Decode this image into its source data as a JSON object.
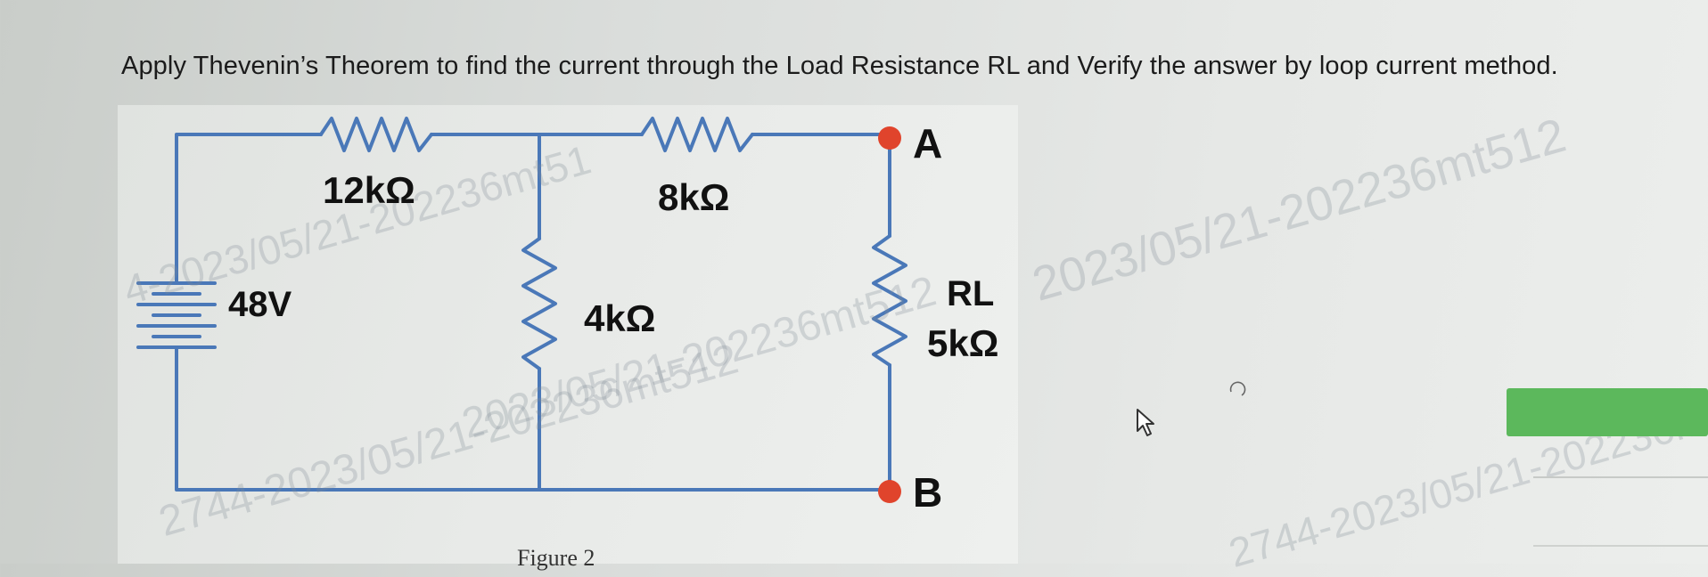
{
  "question": {
    "text": "Apply Thevenin’s Theorem to find the current through the Load Resistance RL and Verify the answer by loop current method."
  },
  "circuit": {
    "source_label": "48V",
    "r1_label": "12kΩ",
    "r2_label": "8kΩ",
    "r3_label": "4kΩ",
    "rl_label": "RL",
    "rl_value": "5kΩ",
    "terminal_a": "A",
    "terminal_b": "B",
    "wire_color": "#4a78b8",
    "terminal_color": "#e0442c"
  },
  "figure_caption": "Figure 2",
  "watermark": {
    "texts": [
      "2023/05/21-202236mt512",
      "4-2023/05/21-202236mt51",
      "2744-2023/05/21-202236mt512"
    ]
  }
}
